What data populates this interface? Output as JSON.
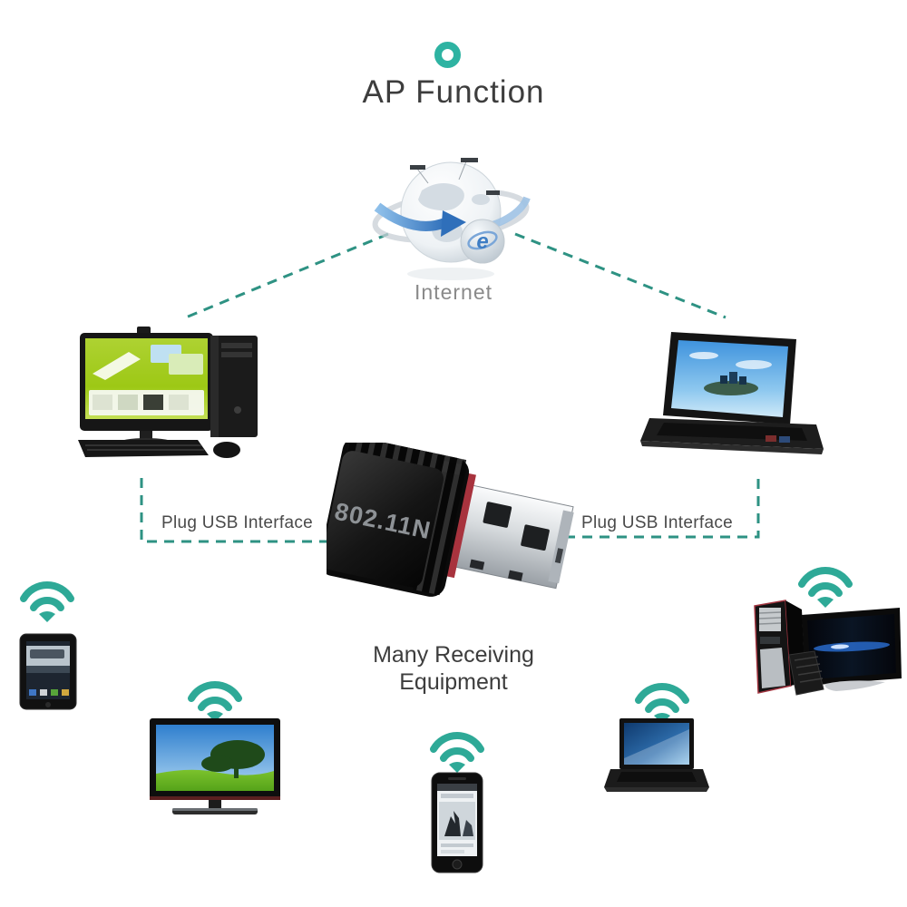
{
  "header": {
    "title": "AP Function"
  },
  "internet": {
    "label": "Internet"
  },
  "adapter": {
    "model": "802.11N"
  },
  "connections": {
    "plug_left": "Plug USB Interface",
    "plug_right": "Plug USB Interface"
  },
  "receiving": {
    "line1": "Many Receiving",
    "line2": "Equipment"
  },
  "colors": {
    "accent_teal": "#2EB3A2",
    "wifi_teal": "#2EA997",
    "dash_teal": "#2E9283",
    "heading_text": "#3D3D3D",
    "caption_text": "#8A8A8A",
    "label_text": "#4A4A4A",
    "adapter_red": "#A8333E",
    "adapter_label_text": "#8E9296",
    "monitor_screen_green": "#9DC815",
    "arrow_blue": "#3E7DC4"
  },
  "icons": {
    "top_marker": "ring-dot-icon",
    "internet": "globe-sync-icon",
    "wireless": "wifi-signal-icon"
  },
  "devices": {
    "sources": [
      {
        "name": "desktop-computer"
      },
      {
        "name": "laptop"
      }
    ],
    "receivers": [
      {
        "name": "tablet"
      },
      {
        "name": "television"
      },
      {
        "name": "smartphone"
      },
      {
        "name": "laptop"
      },
      {
        "name": "desktop-computer"
      }
    ]
  }
}
